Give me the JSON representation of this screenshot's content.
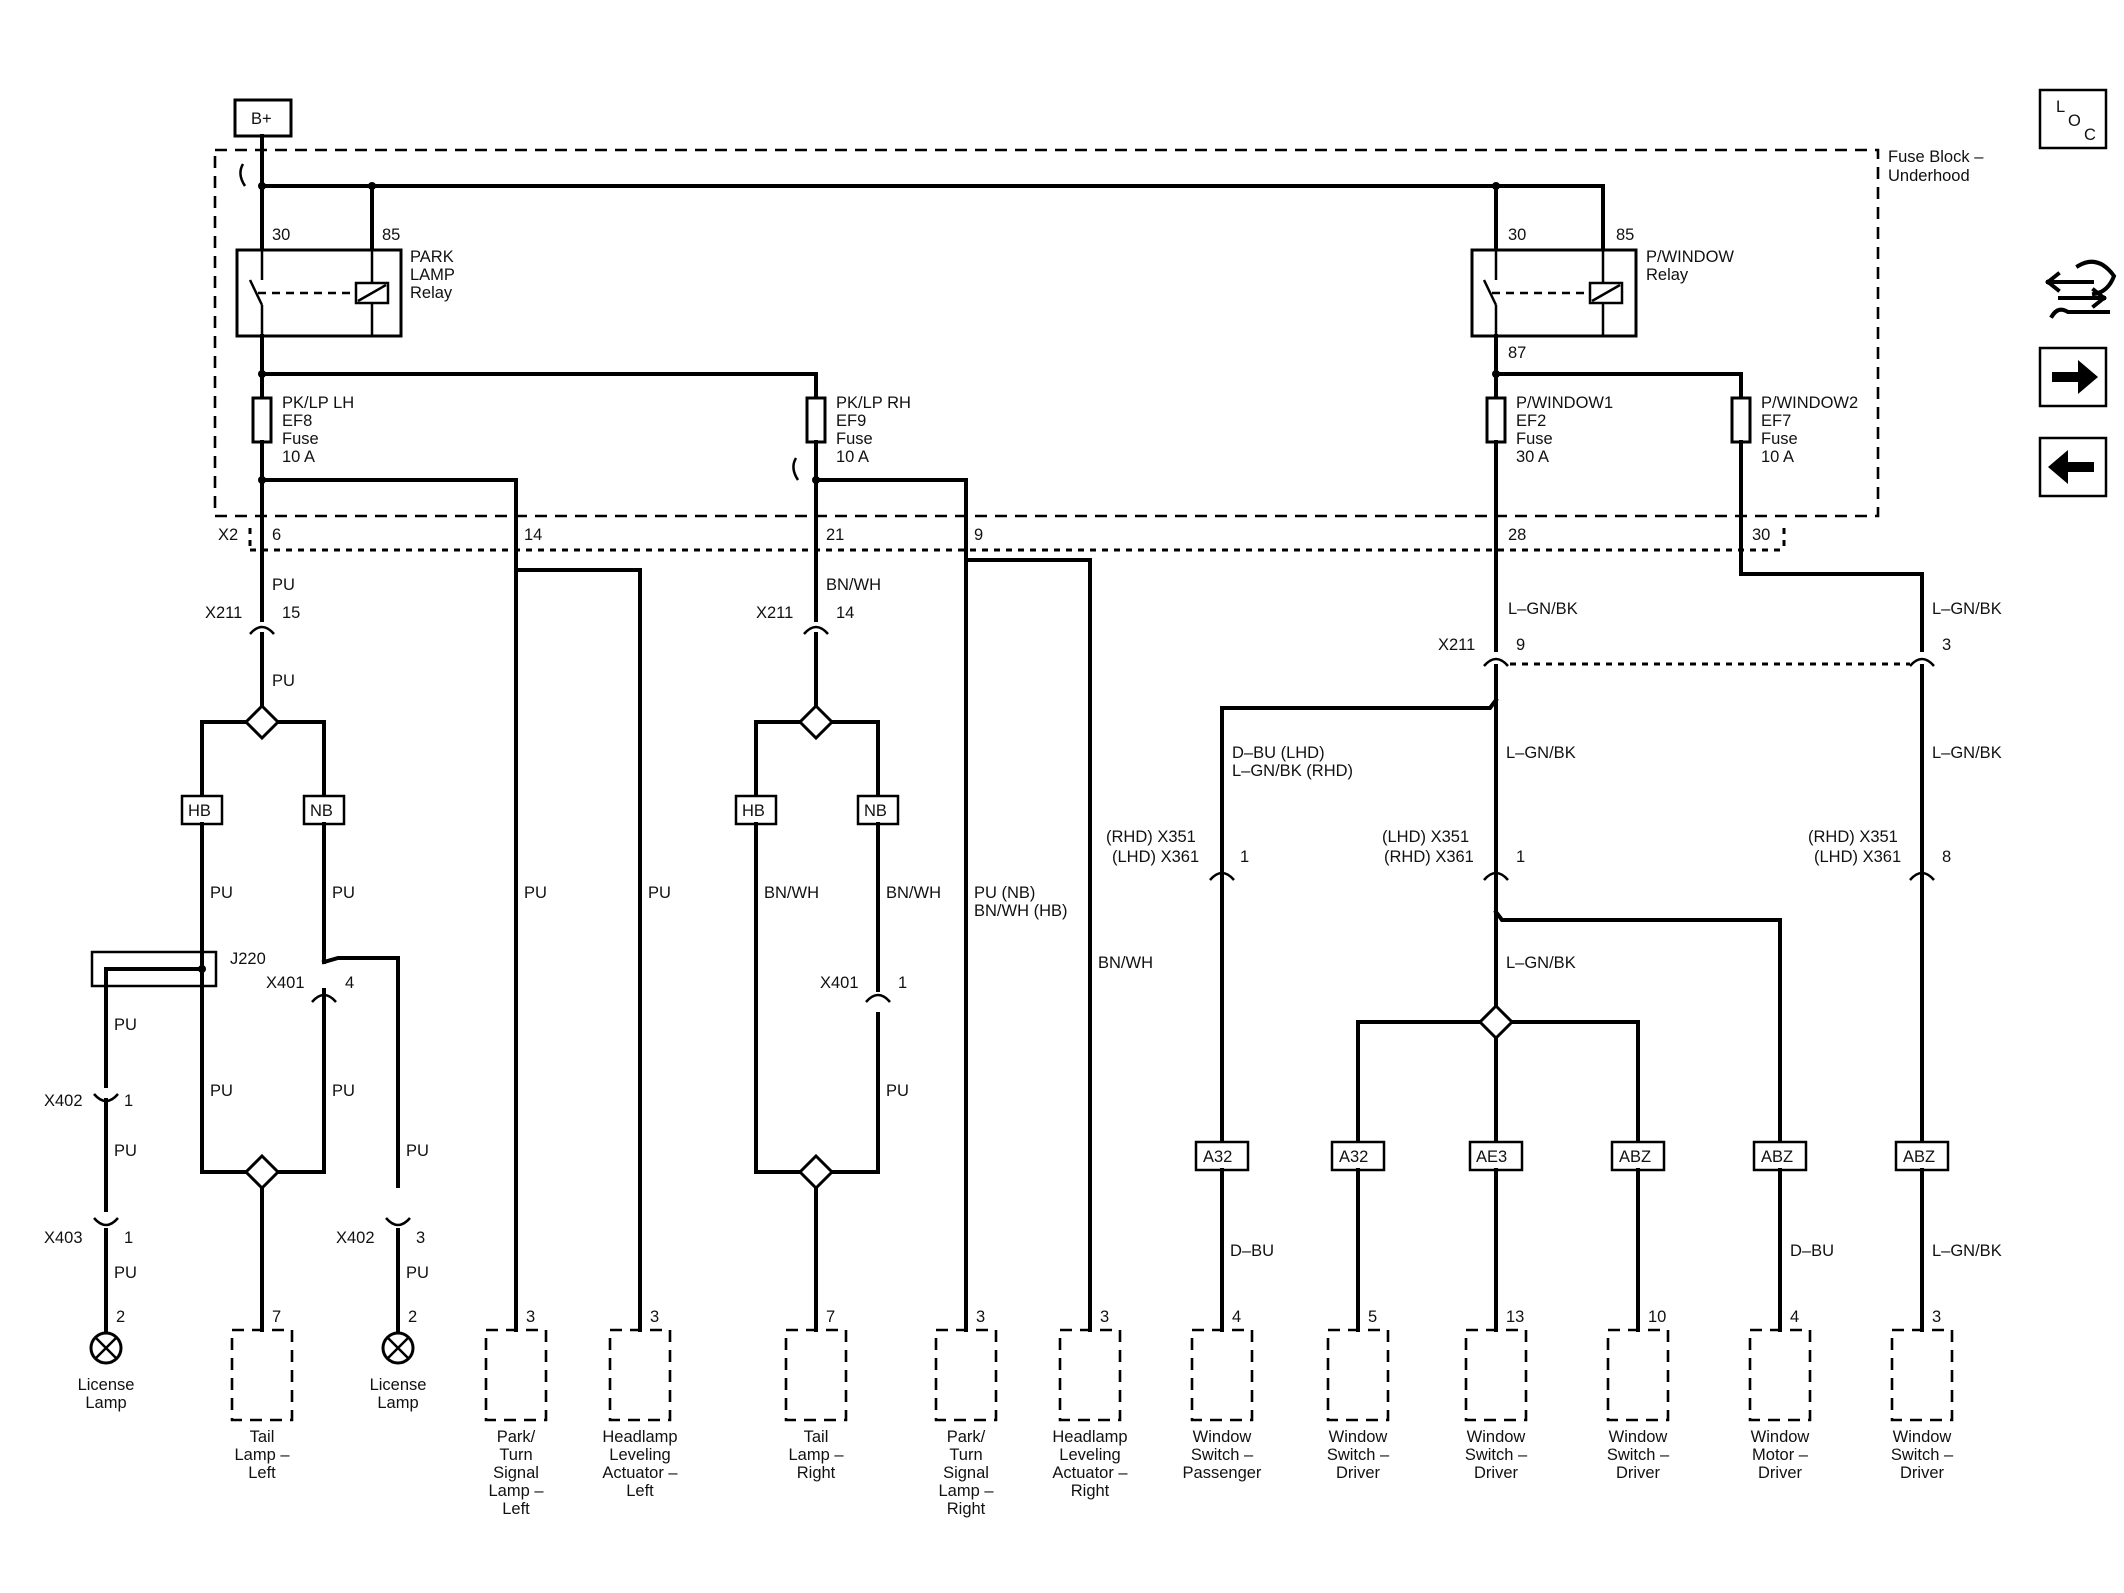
{
  "diagram": {
    "battery": "B+",
    "fuse_block": [
      "Fuse Block –",
      "Underhood"
    ],
    "loc_icon": {
      "l": "L",
      "o": "O",
      "c": "C"
    },
    "nav": {
      "tools": "tools-icon",
      "forward": "arrow-right-icon",
      "back": "arrow-left-icon"
    },
    "relays": {
      "park": {
        "label": [
          "PARK",
          "LAMP",
          "Relay"
        ],
        "pin_in": "30",
        "pin_ctrl": "85"
      },
      "pwindow": {
        "label": [
          "P/WINDOW",
          "Relay"
        ],
        "pin_in": "30",
        "pin_ctrl": "85",
        "pin_out": "87"
      }
    },
    "fuses": {
      "lh": [
        "PK/LP LH",
        "EF8",
        "Fuse",
        "10 A"
      ],
      "rh": [
        "PK/LP RH",
        "EF9",
        "Fuse",
        "10 A"
      ],
      "pw1": [
        "P/WINDOW1",
        "EF2",
        "Fuse",
        "30 A"
      ],
      "pw2": [
        "P/WINDOW2",
        "EF7",
        "Fuse",
        "10 A"
      ]
    },
    "x2": {
      "name": "X2",
      "pins": [
        "6",
        "14",
        "21",
        "9",
        "28",
        "30"
      ]
    },
    "x211": {
      "name": "X211",
      "pins": [
        "15",
        "14",
        "9",
        "3"
      ]
    },
    "wire_colors": {
      "pu": "PU",
      "bnwh": "BN/WH",
      "lgnbk": "L–GN/BK",
      "dbu": "D–BU",
      "pu_nb": "PU (NB)",
      "bnwh_hb": "BN/WH (HB)",
      "dbu_lhd": "D–BU (LHD)",
      "lgnbk_rhd": "L–GN/BK (RHD)"
    },
    "options": {
      "hb": "HB",
      "nb": "NB",
      "a32": "A32",
      "ae3": "AE3",
      "abz": "ABZ"
    },
    "connectors": {
      "j220": "J220",
      "x401": "X401",
      "x401_p4": "4",
      "x401_p1": "1",
      "x402": "X402",
      "x402_p1": "1",
      "x402_p3": "3",
      "x403": "X403",
      "x403_p1": "1",
      "x351_rhd": "(RHD) X351",
      "x361_lhd": "(LHD) X361",
      "x351_lhd": "(LHD) X351",
      "x361_rhd": "(RHD) X361",
      "p1": "1",
      "p8": "8"
    },
    "components": [
      {
        "label": [
          "License",
          "Lamp"
        ],
        "pin": "2"
      },
      {
        "label": [
          "Tail",
          "Lamp –",
          "Left"
        ],
        "pin": "7"
      },
      {
        "label": [
          "License",
          "Lamp"
        ],
        "pin": "2"
      },
      {
        "label": [
          "Park/",
          "Turn",
          "Signal",
          "Lamp –",
          "Left"
        ],
        "pin": "3"
      },
      {
        "label": [
          "Headlamp",
          "Leveling",
          "Actuator –",
          "Left"
        ],
        "pin": "3"
      },
      {
        "label": [
          "Tail",
          "Lamp –",
          "Right"
        ],
        "pin": "7"
      },
      {
        "label": [
          "Park/",
          "Turn",
          "Signal",
          "Lamp –",
          "Right"
        ],
        "pin": "3"
      },
      {
        "label": [
          "Headlamp",
          "Leveling",
          "Actuator –",
          "Right"
        ],
        "pin": "3"
      },
      {
        "label": [
          "Window",
          "Switch –",
          "Passenger"
        ],
        "pin": "4"
      },
      {
        "label": [
          "Window",
          "Switch –",
          "Driver"
        ],
        "pin": "5"
      },
      {
        "label": [
          "Window",
          "Switch –",
          "Driver"
        ],
        "pin": "13"
      },
      {
        "label": [
          "Window",
          "Switch –",
          "Driver"
        ],
        "pin": "10"
      },
      {
        "label": [
          "Window",
          "Motor –",
          "Driver"
        ],
        "pin": "4"
      },
      {
        "label": [
          "Window",
          "Switch –",
          "Driver"
        ],
        "pin": "3"
      }
    ]
  }
}
